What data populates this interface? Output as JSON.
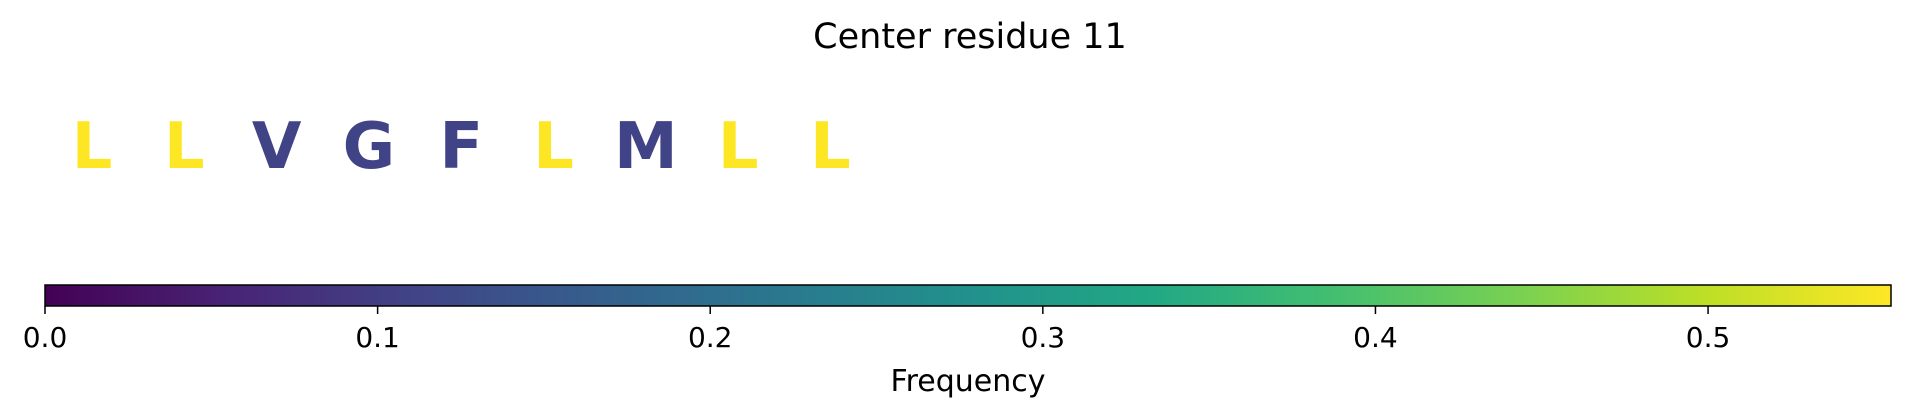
{
  "chart_data": {
    "type": "sequence-logo",
    "title": "Center residue 11",
    "residues": [
      {
        "letter": "L",
        "frequency": 0.555
      },
      {
        "letter": "L",
        "frequency": 0.555
      },
      {
        "letter": "V",
        "frequency": 0.11
      },
      {
        "letter": "G",
        "frequency": 0.11
      },
      {
        "letter": "F",
        "frequency": 0.11
      },
      {
        "letter": "L",
        "frequency": 0.555
      },
      {
        "letter": "M",
        "frequency": 0.11
      },
      {
        "letter": "L",
        "frequency": 0.555
      },
      {
        "letter": "L",
        "frequency": 0.555
      }
    ],
    "colorbar": {
      "colormap": "viridis",
      "label": "Frequency",
      "range": [
        0.0,
        0.555
      ],
      "ticks": [
        0.0,
        0.1,
        0.2,
        0.3,
        0.4,
        0.5
      ],
      "tick_labels": [
        "0.0",
        "0.1",
        "0.2",
        "0.3",
        "0.4",
        "0.5"
      ]
    }
  }
}
